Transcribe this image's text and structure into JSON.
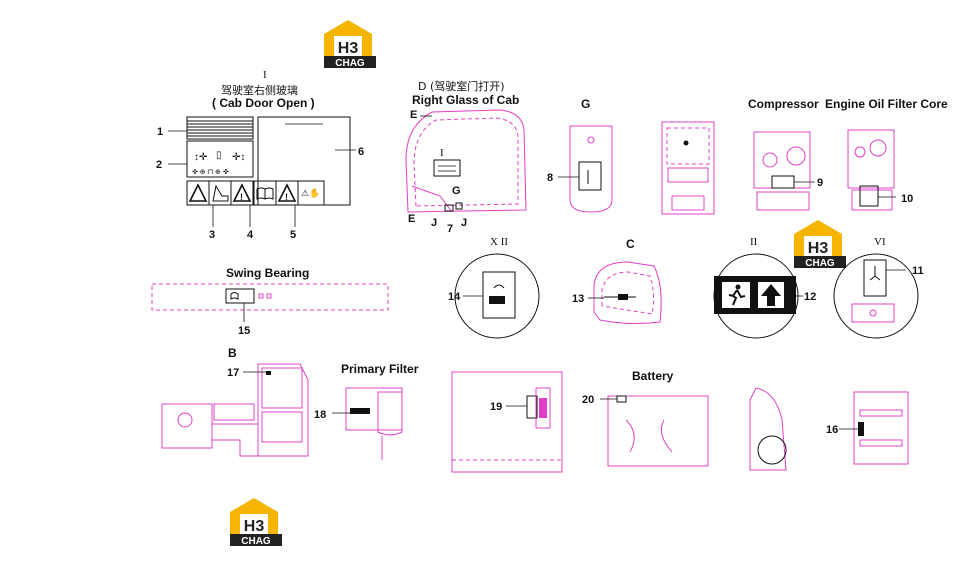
{
  "logo": {
    "text": "H3",
    "subtext": "CHAG",
    "colors": {
      "yellow": "#f4b400",
      "dark": "#222222"
    }
  },
  "colors": {
    "drawing": "#e040c8",
    "ink": "#111111"
  },
  "sections": {
    "cab_door": {
      "roman": "I",
      "title_cn": "驾驶室右侧玻璃",
      "title_en": "( Cab Door  Open )"
    },
    "right_glass": {
      "title_cn": "D (驾驶室门打开)",
      "title_en": "Right Glass of Cab",
      "letter_e1": "E",
      "roman_i": "I",
      "letter_g": "G",
      "letter_e2": "E",
      "letter_j1": "J",
      "letter_j2": "J"
    },
    "g": {
      "title": "G"
    },
    "ee": {
      "title": "E－E",
      "roman": "II"
    },
    "compressor": {
      "title": "Compressor"
    },
    "engine_oil": {
      "title": "Engine Oil Filter Core"
    },
    "swing": {
      "title": "Swing Bearing"
    },
    "xii": {
      "title": "X II"
    },
    "c": {
      "title": "C"
    },
    "ii": {
      "title": "II"
    },
    "vi": {
      "title": "VI"
    },
    "b": {
      "title": "B"
    },
    "primary": {
      "title": "Primary Filter"
    },
    "hh": {
      "title": "H－H"
    },
    "battery": {
      "title": "Battery"
    },
    "ff": {
      "title": "F－F",
      "roman": "VI"
    },
    "jj": {
      "title": "J－J"
    }
  },
  "callouts": [
    "1",
    "2",
    "3",
    "4",
    "5",
    "6",
    "7",
    "8",
    "9",
    "10",
    "11",
    "12",
    "13",
    "14",
    "15",
    "16",
    "17",
    "18",
    "19",
    "20"
  ],
  "icons": [
    "warning-triangle-icon",
    "emergency-exit-icon",
    "arrow-up-icon",
    "book-icon"
  ]
}
